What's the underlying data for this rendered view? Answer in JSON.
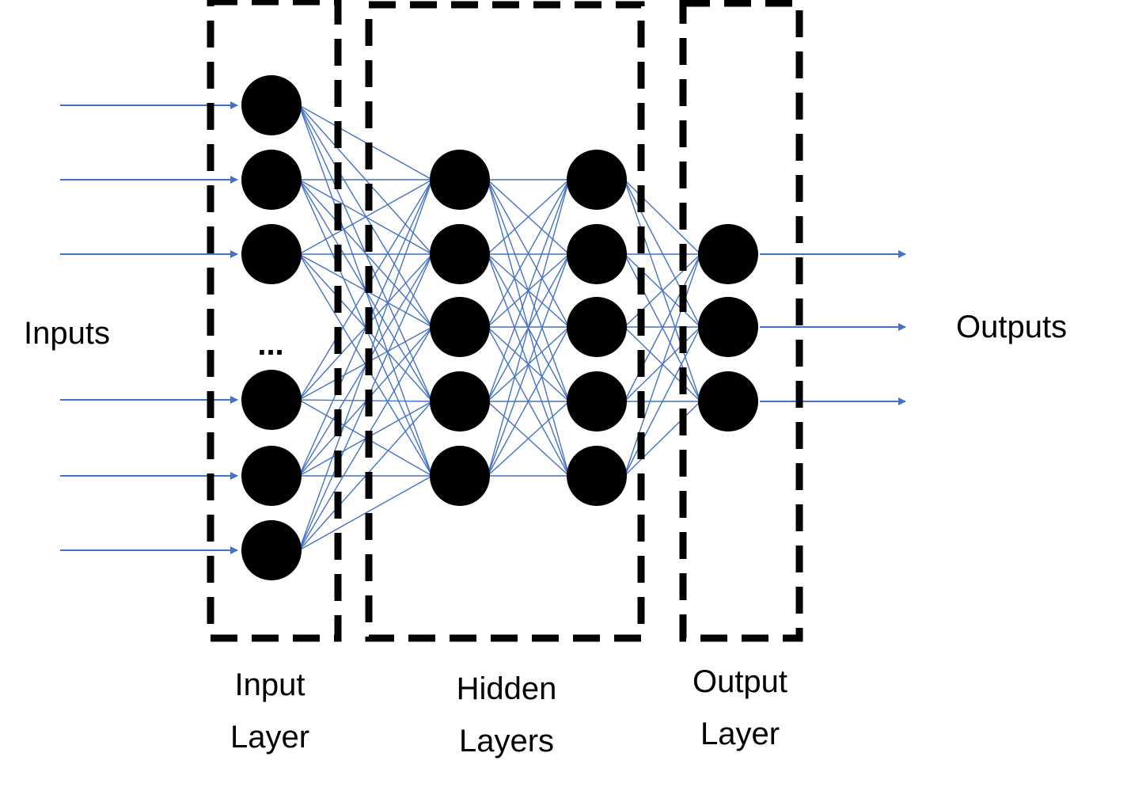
{
  "labels": {
    "inputs": "Inputs",
    "outputs": "Outputs",
    "ellipsis": "...",
    "input_layer": [
      "Input",
      "Layer"
    ],
    "hidden_layers": [
      "Hidden",
      "Layers"
    ],
    "output_layer": [
      "Output",
      "Layer"
    ]
  },
  "network": {
    "input_nodes_shown": 6,
    "hidden_layers": [
      5,
      5
    ],
    "output_nodes": 3,
    "fully_connected": true
  },
  "colors": {
    "edge": "#4472C4",
    "node": "#000000",
    "box": "#000000"
  }
}
